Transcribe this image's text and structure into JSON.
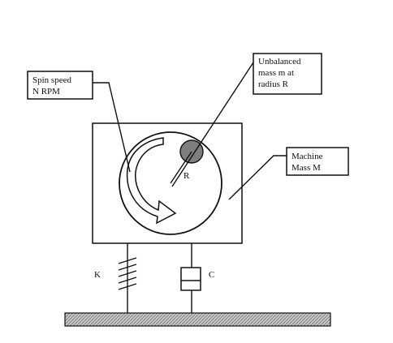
{
  "labels": {
    "spin_line1": "Spin speed",
    "spin_line2": "N RPM",
    "unbalanced_line1": "Unbalanced",
    "unbalanced_line2": "mass m at",
    "unbalanced_line3": "radius R",
    "machine_line1": "Machine",
    "machine_line2": "Mass M",
    "radius": "R",
    "spring": "K",
    "damper": "C"
  },
  "colors": {
    "ink": "#111111",
    "unbalanced_mass": "#7f7f7f",
    "ground_fill": "#b8b8b8"
  }
}
